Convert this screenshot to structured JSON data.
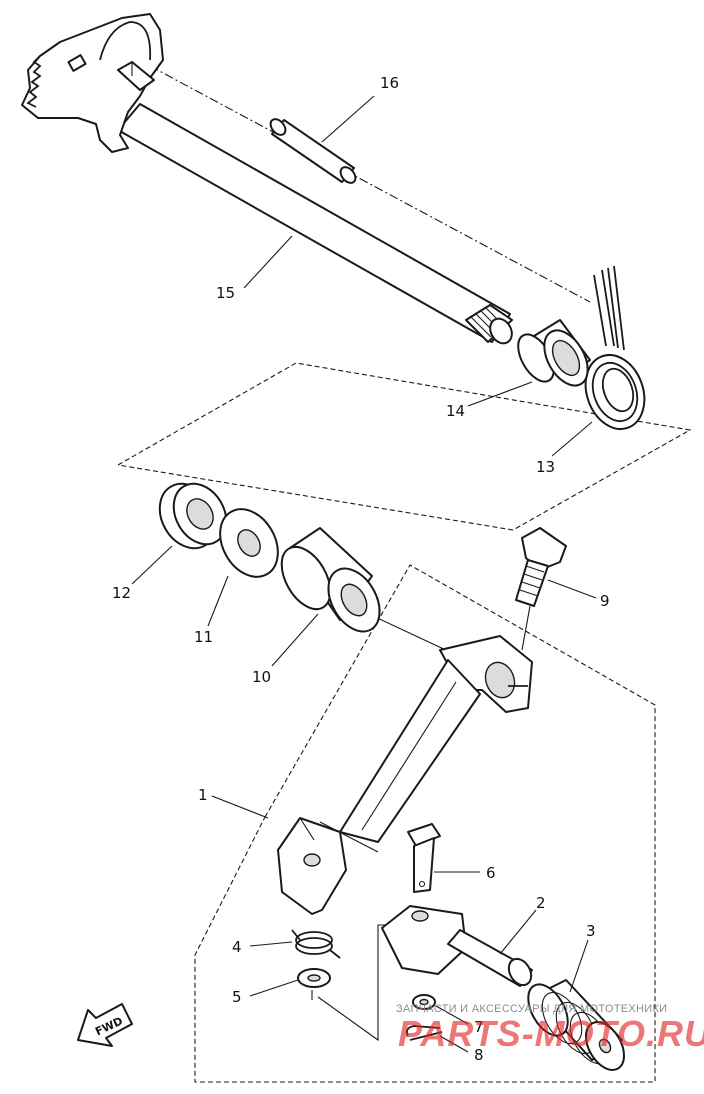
{
  "callouts": [
    {
      "id": "1",
      "label": "1"
    },
    {
      "id": "2",
      "label": "2"
    },
    {
      "id": "3",
      "label": "3"
    },
    {
      "id": "4",
      "label": "4"
    },
    {
      "id": "5",
      "label": "5"
    },
    {
      "id": "6",
      "label": "6"
    },
    {
      "id": "7",
      "label": "7"
    },
    {
      "id": "8",
      "label": "8"
    },
    {
      "id": "9",
      "label": "9"
    },
    {
      "id": "10",
      "label": "10"
    },
    {
      "id": "11",
      "label": "11"
    },
    {
      "id": "12",
      "label": "12"
    },
    {
      "id": "13",
      "label": "13"
    },
    {
      "id": "14",
      "label": "14"
    },
    {
      "id": "15",
      "label": "15"
    },
    {
      "id": "16",
      "label": "16"
    }
  ],
  "direction_arrow": {
    "label": "FWD",
    "icon": "forward-arrow-icon"
  },
  "watermark": {
    "line1": "ЗАПЧАСТИ И АКСЕССУАРЫ ДЛЯ МОТОТЕХНИКИ",
    "line2": "PARTS-MOTO.RU",
    "color": "#e02424"
  }
}
